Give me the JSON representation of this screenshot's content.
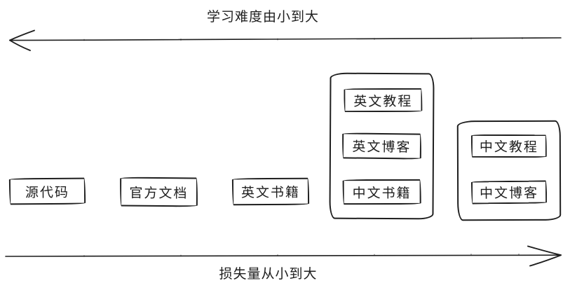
{
  "canvas": {
    "background": "#ffffff",
    "stroke_color": "#1e1e1e"
  },
  "axes": {
    "top": {
      "label": "学习难度由小到大",
      "direction": "left"
    },
    "bottom": {
      "label": "损失量从小到大",
      "direction": "right"
    }
  },
  "boxes": [
    {
      "label": "源代码"
    },
    {
      "label": "官方文档"
    },
    {
      "label": "英文书籍"
    }
  ],
  "groups": [
    {
      "items": [
        {
          "label": "英文教程"
        },
        {
          "label": "英文博客"
        },
        {
          "label": "中文书籍"
        }
      ]
    },
    {
      "items": [
        {
          "label": "中文教程"
        },
        {
          "label": "中文博客"
        }
      ]
    }
  ]
}
